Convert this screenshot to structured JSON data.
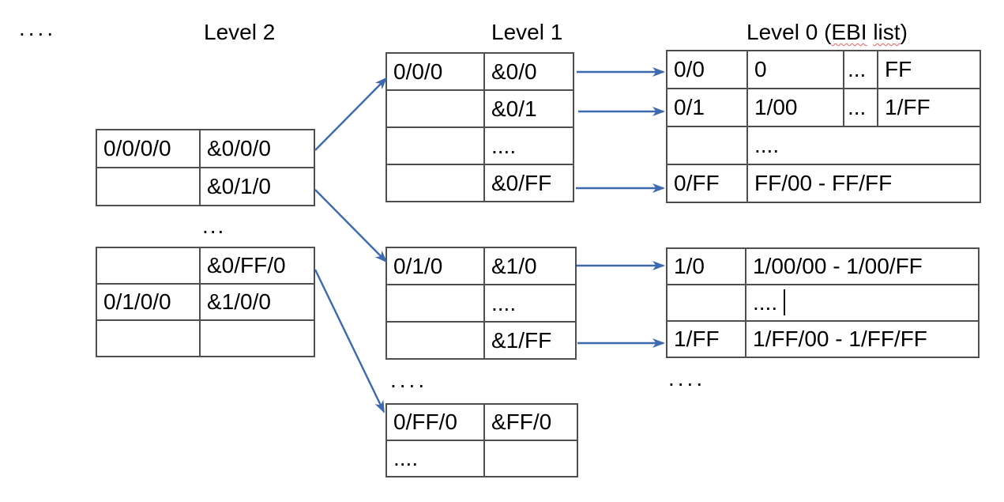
{
  "colors": {
    "arrow": "#3c69b0",
    "table_border": "#4f4f4f",
    "squiggle": "#f25c5c"
  },
  "header": {
    "dots_left": "....",
    "level2": "Level 2",
    "level1": "Level 1",
    "level0": {
      "prefix": "Level 0 (",
      "ebi": "EBI",
      "space": " ",
      "list": "list",
      "suffix": ")"
    }
  },
  "dots": {
    "between_level2_tables": "...",
    "below_level1b": "....",
    "below_level0b": "...."
  },
  "tables": {
    "level2a": {
      "rows": [
        [
          "0/0/0/0",
          "&0/0/0"
        ],
        [
          "",
          "&0/1/0"
        ]
      ]
    },
    "level2b": {
      "rows": [
        [
          "",
          "&0/FF/0"
        ],
        [
          "0/1/0/0",
          "&1/0/0"
        ],
        [
          "",
          ""
        ]
      ]
    },
    "level1a": {
      "rows": [
        [
          "0/0/0",
          "&0/0"
        ],
        [
          "",
          "&0/1"
        ],
        [
          "",
          "...."
        ],
        [
          "",
          "&0/FF"
        ]
      ]
    },
    "level1b": {
      "rows": [
        [
          "0/1/0",
          "&1/0"
        ],
        [
          "",
          "...."
        ],
        [
          "",
          "&1/FF"
        ]
      ]
    },
    "level1c": {
      "rows": [
        [
          "0/FF/0",
          "&FF/0"
        ],
        [
          "....",
          ""
        ]
      ]
    },
    "level0a": {
      "rows": [
        [
          "0/0",
          "0",
          "...",
          "FF"
        ],
        [
          "0/1",
          "1/00",
          "...",
          "1/FF"
        ],
        [
          "",
          "...."
        ],
        [
          "0/FF",
          "FF/00 - FF/FF"
        ]
      ]
    },
    "level0b": {
      "rows": [
        [
          "1/0",
          "1/00/00 - 1/00/FF"
        ],
        [
          "",
          "...."
        ],
        [
          "1/FF",
          "1/FF/00 - 1/FF/FF"
        ]
      ]
    }
  }
}
